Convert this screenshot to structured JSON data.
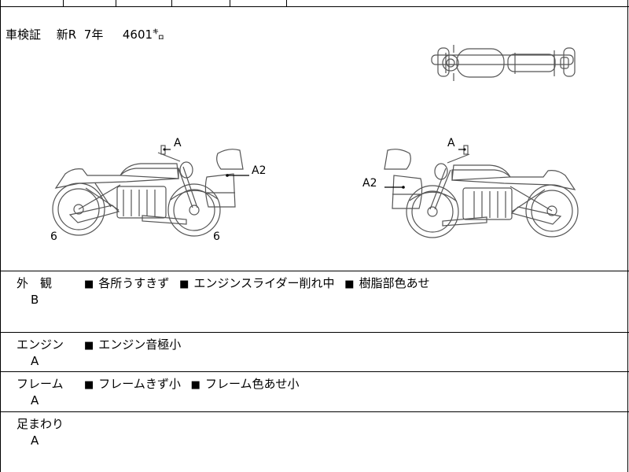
{
  "inspection_certificate": {
    "label": "車検証",
    "type": "新R",
    "years": "7年",
    "mileage": "4601㌔"
  },
  "diagram_labels": {
    "left_handlebar": "A",
    "left_case": "A2",
    "left_front_tire": "6",
    "left_rear_tire": "6",
    "right_handlebar": "A",
    "right_case": "A2"
  },
  "conditions": [
    {
      "label": "外　観",
      "grade": "B",
      "notes": [
        "各所うすきず",
        "エンジンスライダー削れ中",
        "樹脂部色あせ"
      ]
    },
    {
      "label": "エンジン",
      "grade": "A",
      "notes": [
        "エンジン音極小"
      ]
    },
    {
      "label": "フレーム",
      "grade": "A",
      "notes": [
        "フレームきず小",
        "フレーム色あせ小"
      ]
    },
    {
      "label": "足まわり",
      "grade": "A",
      "notes": []
    }
  ],
  "bullet_symbol": "■"
}
